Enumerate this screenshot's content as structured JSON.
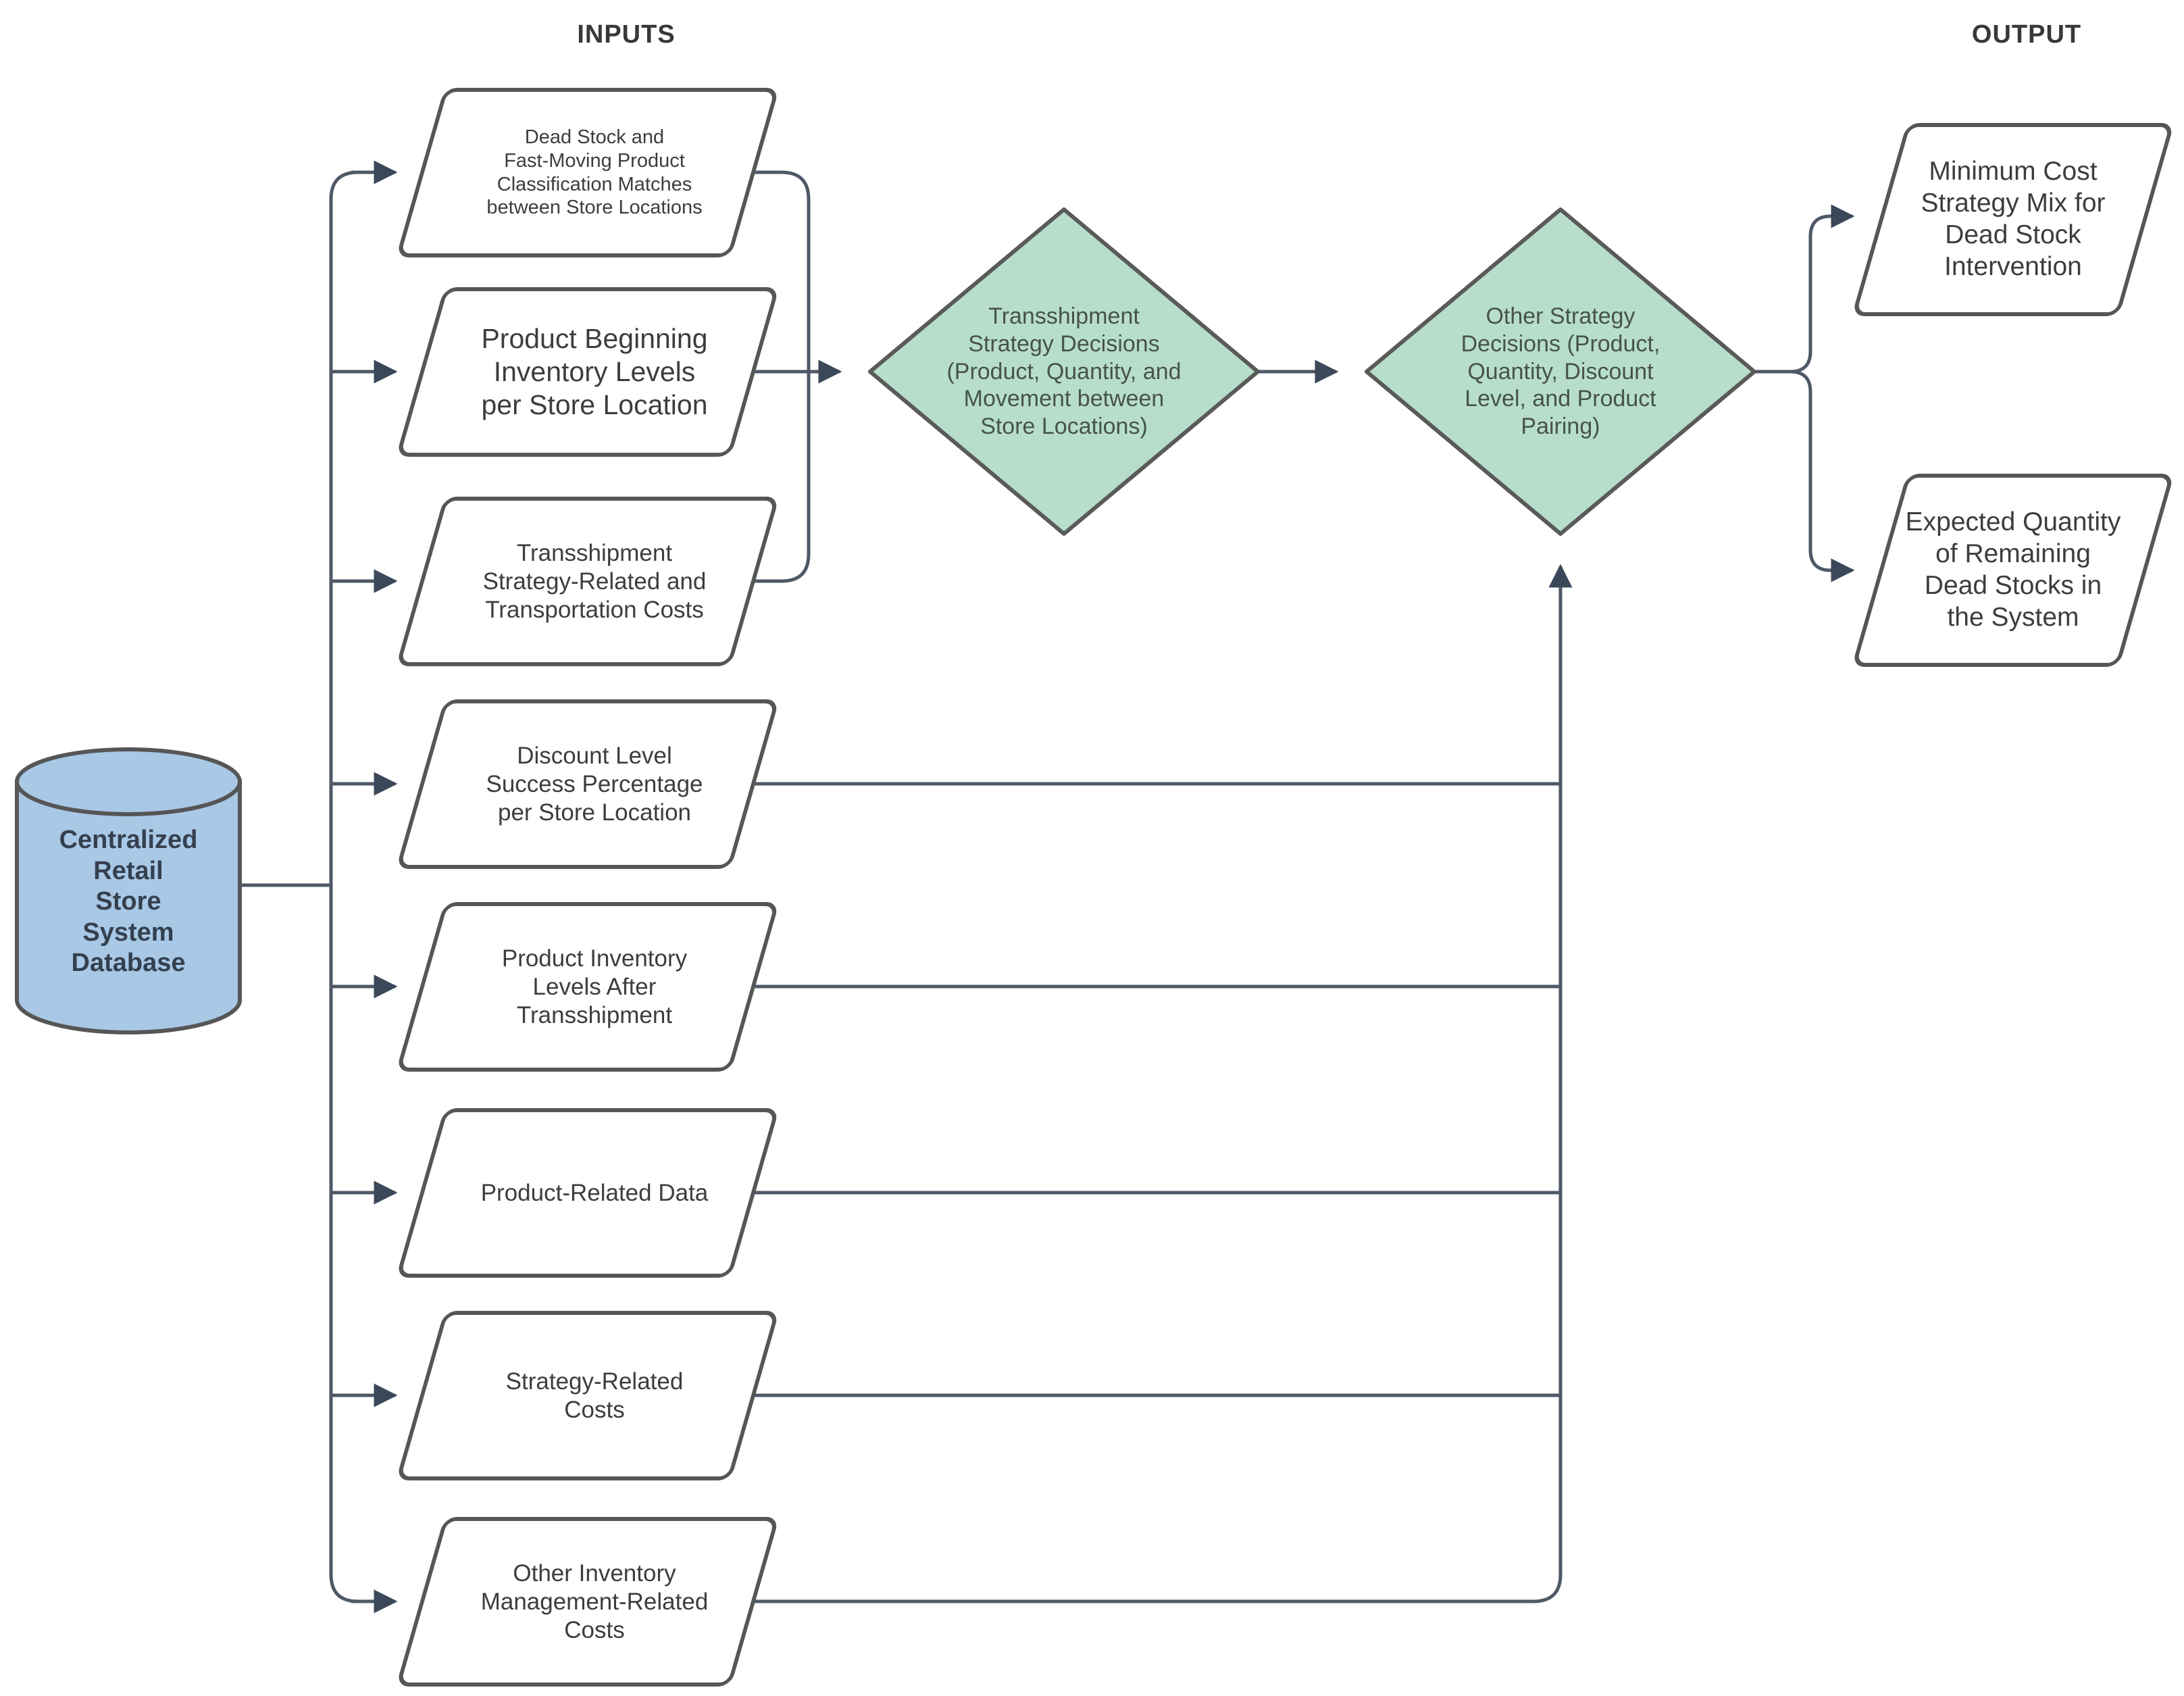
{
  "titles": {
    "inputs": "INPUTS",
    "output": "OUTPUT"
  },
  "database": {
    "label": "Centralized\nRetail\nStore\nSystem\nDatabase"
  },
  "inputs": [
    {
      "label": "Dead Stock and\nFast-Moving Product\nClassification Matches\nbetween Store Locations"
    },
    {
      "label": "Product Beginning\nInventory Levels\nper Store Location"
    },
    {
      "label": "Transshipment\nStrategy-Related and\nTransportation Costs"
    },
    {
      "label": "Discount Level\nSuccess Percentage\nper Store Location"
    },
    {
      "label": "Product Inventory\nLevels After\nTransshipment"
    },
    {
      "label": "Product-Related Data"
    },
    {
      "label": "Strategy-Related\nCosts"
    },
    {
      "label": "Other Inventory\nManagement-Related\nCosts"
    }
  ],
  "decisions": [
    {
      "label": "Transshipment\nStrategy Decisions\n(Product, Quantity, and\nMovement between\nStore Locations)"
    },
    {
      "label": "Other Strategy\nDecisions (Product,\nQuantity, Discount\nLevel, and Product\nPairing)"
    }
  ],
  "outputs": [
    {
      "label": "Minimum Cost\nStrategy Mix for\nDead Stock\nIntervention"
    },
    {
      "label": "Expected Quantity\nof Remaining\nDead Stocks in\nthe System"
    }
  ],
  "colors": {
    "decision_fill": "#b7decb",
    "database_fill": "#a8c8e6",
    "shape_border": "#565656",
    "connector": "#4e5866",
    "arrowhead": "#3b4859",
    "text": "#3d3d3d"
  }
}
